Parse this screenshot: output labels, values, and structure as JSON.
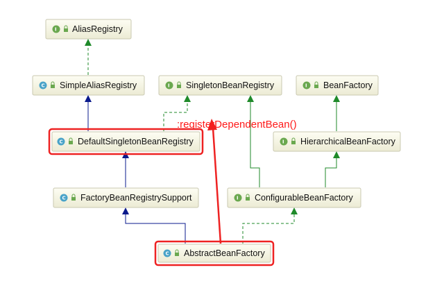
{
  "nodes": {
    "alias_registry": {
      "label": "AliasRegistry",
      "kind": "I"
    },
    "simple_alias_registry": {
      "label": "SimpleAliasRegistry",
      "kind": "C"
    },
    "singleton_bean_registry": {
      "label": "SingletonBeanRegistry",
      "kind": "I"
    },
    "bean_factory": {
      "label": "BeanFactory",
      "kind": "I"
    },
    "default_singleton_bean_registry": {
      "label": "DefaultSingletonBeanRegistry",
      "kind": "C"
    },
    "hierarchical_bean_factory": {
      "label": "HierarchicalBeanFactory",
      "kind": "I"
    },
    "factory_bean_registry_support": {
      "label": "FactoryBeanRegistrySupport",
      "kind": "C"
    },
    "configurable_bean_factory": {
      "label": "ConfigurableBeanFactory",
      "kind": "I"
    },
    "abstract_bean_factory": {
      "label": "AbstractBeanFactory",
      "kind": "C"
    }
  },
  "annotation": ":registerDependentBean()",
  "colors": {
    "extends_edge": "#0a1a8c",
    "implements_edge": "#1f8a2a",
    "highlight": "#ee2222",
    "interface_badge": "#6aa84f",
    "class_badge": "#4aa3c8"
  }
}
